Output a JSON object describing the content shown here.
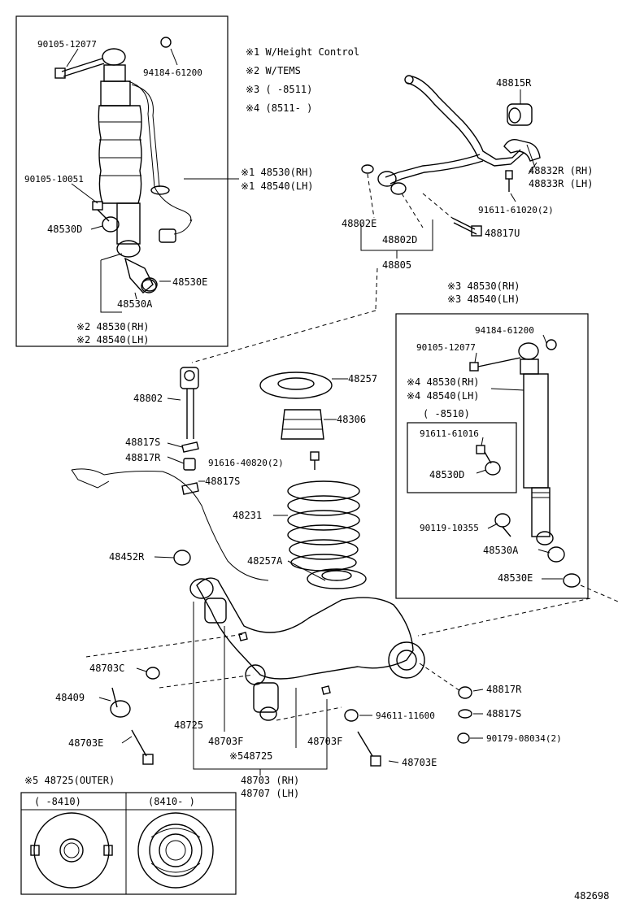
{
  "notes": {
    "n1": "※1 W/Height Control",
    "n2": "※2 W/TEMS",
    "n3": "※3 (    -8511)",
    "n4": "※4 (8511-     )"
  },
  "labels": {
    "p90105_12077_a": "90105-12077",
    "p94184_61200_a": "94184-61200",
    "p90105_10051": "90105-10051",
    "p48530D_a": "48530D",
    "p48530E_a": "48530E",
    "p48530A_a": "48530A",
    "s2_48530": "※2 48530(RH)",
    "s2_48540": "※2 48540(LH)",
    "s1_48530": "※1 48530(RH)",
    "s1_48540": "※1 48540(LH)",
    "p48815R": "48815R",
    "p48832R": "48832R (RH)",
    "p48833R": "48833R (LH)",
    "p91611_61020": "91611-61020(2)",
    "p48802E": "48802E",
    "p48802D": "48802D",
    "p48817U": "48817U",
    "p48805": "48805",
    "s3_48530": "※3 48530(RH)",
    "s3_48540": "※3 48540(LH)",
    "p94184_61200_b": "94184-61200",
    "p90105_12077_b": "90105-12077",
    "s4_48530": "※4 48530(RH)",
    "s4_48540": "※4 48540(LH)",
    "range_8510": "(    -8510)",
    "p91611_61016": "91611-61016",
    "p48530D_b": "48530D",
    "p90119_10355": "90119-10355",
    "p48530A_b": "48530A",
    "p48530E_b": "48530E",
    "p48802": "48802",
    "p48257": "48257",
    "p48306": "48306",
    "p48817S_a": "48817S",
    "p48817R_a": "48817R",
    "p91616_40820": "91616-40820(2)",
    "p48817S_b": "48817S",
    "p48231": "48231",
    "p48452R": "48452R",
    "p48257A": "48257A",
    "p48703C": "48703C",
    "p48817R_b": "48817R",
    "p48409": "48409",
    "p94611_11600": "94611-11600",
    "p48817S_c": "48817S",
    "p90179_08034": "90179-08034(2)",
    "p48725": "48725",
    "p48703F_a": "48703F",
    "p48703F_b": "48703F",
    "s5_48725": "※548725",
    "p48703E_a": "48703E",
    "p48703E_b": "48703E",
    "p48703": "48703 (RH)",
    "p48707": "48707 (LH)",
    "s5_outer": "※5  48725(OUTER)",
    "range_8410a": "(    -8410)",
    "range_8410b": "(8410-     )",
    "diagram_id": "482698"
  }
}
